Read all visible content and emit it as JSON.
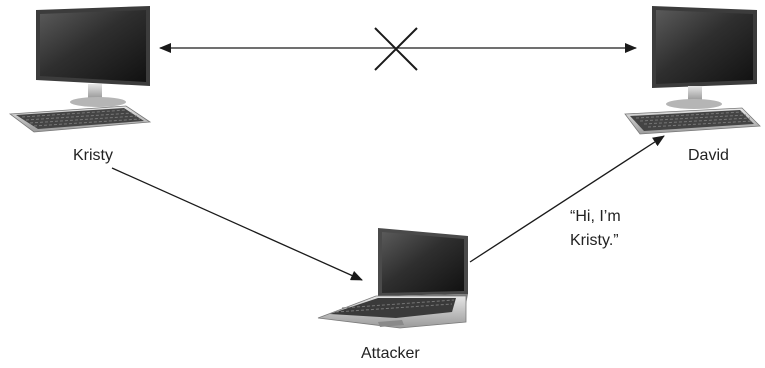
{
  "nodes": {
    "kristy": {
      "label": "Kristy"
    },
    "david": {
      "label": "David"
    },
    "attacker": {
      "label": "Attacker"
    }
  },
  "message": {
    "line1": "“Hi, I’m",
    "line2": "Kristy.”"
  },
  "colors": {
    "line": "#1a1a1a",
    "screen": "#2b2b2b",
    "bezel": "#4a4a4a",
    "metal": "#c9c9c9",
    "metal_dark": "#8d8d8d",
    "key": "#3a3a3a"
  },
  "links": [
    {
      "from": "kristy",
      "to": "david",
      "style": "bidirectional",
      "blocked": true
    },
    {
      "from": "kristy",
      "to": "attacker",
      "style": "arrow"
    },
    {
      "from": "attacker",
      "to": "david",
      "style": "arrow"
    }
  ]
}
